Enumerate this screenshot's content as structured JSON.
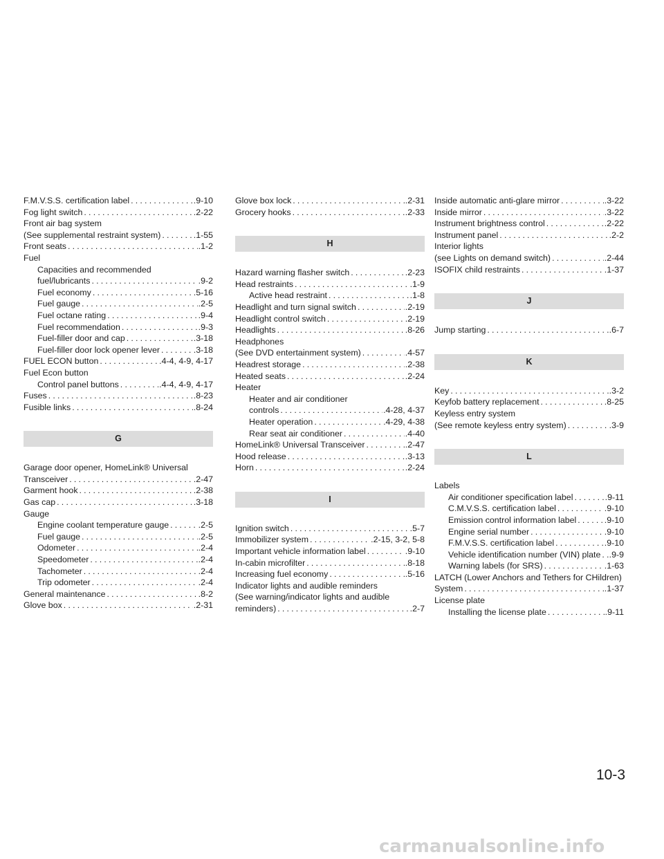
{
  "columns": [
    {
      "blocks": [
        {
          "type": "entry",
          "lines": [
            {
              "text": "F.M.V.S.S. certification label",
              "page": ".9-10"
            }
          ]
        },
        {
          "type": "entry",
          "lines": [
            {
              "text": "Fog light switch",
              "page": ".2-22"
            }
          ]
        },
        {
          "type": "entry",
          "lines": [
            {
              "text": "Front air bag system"
            },
            {
              "text": "(See supplemental restraint system)",
              "page": ".1-55"
            }
          ]
        },
        {
          "type": "entry",
          "lines": [
            {
              "text": "Front seats",
              "page": ".1-2"
            }
          ]
        },
        {
          "type": "entry",
          "lines": [
            {
              "text": "Fuel"
            }
          ]
        },
        {
          "type": "entry",
          "lines": [
            {
              "text": "Capacities and recommended",
              "sub": true
            },
            {
              "text": "fuel/lubricants",
              "page": ".9-2",
              "sub": true
            }
          ]
        },
        {
          "type": "entry",
          "lines": [
            {
              "text": "Fuel economy",
              "page": ".5-16",
              "sub": true
            }
          ]
        },
        {
          "type": "entry",
          "lines": [
            {
              "text": "Fuel gauge",
              "page": ".2-5",
              "sub": true
            }
          ]
        },
        {
          "type": "entry",
          "lines": [
            {
              "text": "Fuel octane rating",
              "page": ".9-4",
              "sub": true
            }
          ]
        },
        {
          "type": "entry",
          "lines": [
            {
              "text": "Fuel recommendation",
              "page": ".9-3",
              "sub": true
            }
          ]
        },
        {
          "type": "entry",
          "lines": [
            {
              "text": "Fuel-filler door and cap",
              "page": ".3-18",
              "sub": true
            }
          ]
        },
        {
          "type": "entry",
          "lines": [
            {
              "text": "Fuel-filler door lock opener lever",
              "page": ".3-18",
              "sub": true
            }
          ]
        },
        {
          "type": "entry",
          "lines": [
            {
              "text": "FUEL ECON button",
              "page": ".4-4, 4-9, 4-17"
            }
          ]
        },
        {
          "type": "entry",
          "lines": [
            {
              "text": "Fuel Econ button"
            },
            {
              "text": "Control panel buttons",
              "page": ".4-4, 4-9, 4-17",
              "sub": true
            }
          ]
        },
        {
          "type": "entry",
          "lines": [
            {
              "text": "Fuses",
              "page": ".8-23"
            }
          ]
        },
        {
          "type": "entry",
          "lines": [
            {
              "text": "Fusible links",
              "page": ".8-24"
            }
          ]
        },
        {
          "type": "section",
          "letter": "G"
        },
        {
          "type": "entry",
          "lines": [
            {
              "text": "Garage door opener, HomeLink® Universal"
            },
            {
              "text": "Transceiver",
              "page": ".2-47"
            }
          ]
        },
        {
          "type": "entry",
          "lines": [
            {
              "text": "Garment hook",
              "page": ".2-38"
            }
          ]
        },
        {
          "type": "entry",
          "lines": [
            {
              "text": "Gas cap",
              "page": ".3-18"
            }
          ]
        },
        {
          "type": "entry",
          "lines": [
            {
              "text": "Gauge"
            }
          ]
        },
        {
          "type": "entry",
          "lines": [
            {
              "text": "Engine coolant temperature gauge",
              "page": ".2-5",
              "sub": true
            }
          ]
        },
        {
          "type": "entry",
          "lines": [
            {
              "text": "Fuel gauge",
              "page": ".2-5",
              "sub": true
            }
          ]
        },
        {
          "type": "entry",
          "lines": [
            {
              "text": "Odometer",
              "page": ".2-4",
              "sub": true
            }
          ]
        },
        {
          "type": "entry",
          "lines": [
            {
              "text": "Speedometer",
              "page": ".2-4",
              "sub": true
            }
          ]
        },
        {
          "type": "entry",
          "lines": [
            {
              "text": "Tachometer",
              "page": ".2-4",
              "sub": true
            }
          ]
        },
        {
          "type": "entry",
          "lines": [
            {
              "text": "Trip odometer",
              "page": ".2-4",
              "sub": true
            }
          ]
        },
        {
          "type": "entry",
          "lines": [
            {
              "text": "General maintenance",
              "page": ".8-2"
            }
          ]
        },
        {
          "type": "entry",
          "lines": [
            {
              "text": "Glove box",
              "page": ".2-31"
            }
          ]
        }
      ]
    },
    {
      "blocks": [
        {
          "type": "entry",
          "lines": [
            {
              "text": "Glove box lock",
              "page": ".2-31"
            }
          ]
        },
        {
          "type": "entry",
          "lines": [
            {
              "text": "Grocery hooks",
              "page": ".2-33"
            }
          ]
        },
        {
          "type": "section",
          "letter": "H"
        },
        {
          "type": "entry",
          "lines": [
            {
              "text": "Hazard warning flasher switch",
              "page": ".2-23"
            }
          ]
        },
        {
          "type": "entry",
          "lines": [
            {
              "text": "Head restraints",
              "page": ".1-9"
            }
          ]
        },
        {
          "type": "entry",
          "lines": [
            {
              "text": "Active head restraint",
              "page": ".1-8",
              "sub": true
            }
          ]
        },
        {
          "type": "entry",
          "lines": [
            {
              "text": "Headlight and turn signal switch",
              "page": ".2-19"
            }
          ]
        },
        {
          "type": "entry",
          "lines": [
            {
              "text": "Headlight control switch",
              "page": ".2-19"
            }
          ]
        },
        {
          "type": "entry",
          "lines": [
            {
              "text": "Headlights",
              "page": ".8-26"
            }
          ]
        },
        {
          "type": "entry",
          "lines": [
            {
              "text": "Headphones"
            },
            {
              "text": "(See DVD entertainment system)",
              "page": ".4-57"
            }
          ]
        },
        {
          "type": "entry",
          "lines": [
            {
              "text": "Headrest storage",
              "page": ".2-38"
            }
          ]
        },
        {
          "type": "entry",
          "lines": [
            {
              "text": "Heated seats",
              "page": ".2-24"
            }
          ]
        },
        {
          "type": "entry",
          "lines": [
            {
              "text": "Heater"
            }
          ]
        },
        {
          "type": "entry",
          "lines": [
            {
              "text": "Heater and air conditioner",
              "sub": true
            },
            {
              "text": "controls",
              "page": ".4-28, 4-37",
              "sub": true
            }
          ]
        },
        {
          "type": "entry",
          "lines": [
            {
              "text": "Heater operation",
              "page": ".4-29, 4-38",
              "sub": true
            }
          ]
        },
        {
          "type": "entry",
          "lines": [
            {
              "text": "Rear seat air conditioner",
              "page": ".4-40",
              "sub": true
            }
          ]
        },
        {
          "type": "entry",
          "lines": [
            {
              "text": "HomeLink® Universal Transceiver",
              "page": ".2-47"
            }
          ]
        },
        {
          "type": "entry",
          "lines": [
            {
              "text": "Hood release",
              "page": ".3-13"
            }
          ]
        },
        {
          "type": "entry",
          "lines": [
            {
              "text": "Horn",
              "page": ".2-24"
            }
          ]
        },
        {
          "type": "section",
          "letter": "I"
        },
        {
          "type": "entry",
          "lines": [
            {
              "text": "Ignition switch",
              "page": ".5-7"
            }
          ]
        },
        {
          "type": "entry",
          "lines": [
            {
              "text": "Immobilizer system",
              "page": ".2-15, 3-2, 5-8"
            }
          ]
        },
        {
          "type": "entry",
          "lines": [
            {
              "text": "Important vehicle information label",
              "page": ".9-10"
            }
          ]
        },
        {
          "type": "entry",
          "lines": [
            {
              "text": "In-cabin microfilter",
              "page": ".8-18"
            }
          ]
        },
        {
          "type": "entry",
          "lines": [
            {
              "text": "Increasing fuel economy",
              "page": ".5-16"
            }
          ]
        },
        {
          "type": "entry",
          "lines": [
            {
              "text": "Indicator lights and audible reminders"
            },
            {
              "text": "(See warning/indicator lights and audible"
            },
            {
              "text": "reminders)",
              "page": ".2-7"
            }
          ]
        }
      ]
    },
    {
      "blocks": [
        {
          "type": "entry",
          "lines": [
            {
              "text": "Inside automatic anti-glare mirror",
              "page": ".3-22"
            }
          ]
        },
        {
          "type": "entry",
          "lines": [
            {
              "text": "Inside mirror",
              "page": ".3-22"
            }
          ]
        },
        {
          "type": "entry",
          "lines": [
            {
              "text": "Instrument brightness control",
              "page": ".2-22"
            }
          ]
        },
        {
          "type": "entry",
          "lines": [
            {
              "text": "Instrument panel",
              "page": ".2-2"
            }
          ]
        },
        {
          "type": "entry",
          "lines": [
            {
              "text": "Interior lights"
            },
            {
              "text": "(see Lights on demand switch)",
              "page": ".2-44"
            }
          ]
        },
        {
          "type": "entry",
          "lines": [
            {
              "text": "ISOFIX child restraints",
              "page": ".1-37"
            }
          ]
        },
        {
          "type": "section",
          "letter": "J"
        },
        {
          "type": "entry",
          "lines": [
            {
              "text": "Jump starting",
              "page": ".6-7"
            }
          ]
        },
        {
          "type": "section",
          "letter": "K"
        },
        {
          "type": "entry",
          "lines": [
            {
              "text": "Key",
              "page": ".3-2"
            }
          ]
        },
        {
          "type": "entry",
          "lines": [
            {
              "text": "Keyfob battery replacement",
              "page": ".8-25"
            }
          ]
        },
        {
          "type": "entry",
          "lines": [
            {
              "text": "Keyless entry system"
            },
            {
              "text": "(See remote keyless entry system)",
              "page": ".3-9"
            }
          ]
        },
        {
          "type": "section",
          "letter": "L"
        },
        {
          "type": "entry",
          "lines": [
            {
              "text": "Labels"
            }
          ]
        },
        {
          "type": "entry",
          "lines": [
            {
              "text": "Air conditioner specification label",
              "page": ".9-11",
              "sub": true
            }
          ]
        },
        {
          "type": "entry",
          "lines": [
            {
              "text": "C.M.V.S.S. certification label",
              "page": ".9-10",
              "sub": true
            }
          ]
        },
        {
          "type": "entry",
          "lines": [
            {
              "text": "Emission control information label",
              "page": ".9-10",
              "sub": true
            }
          ]
        },
        {
          "type": "entry",
          "lines": [
            {
              "text": "Engine serial number",
              "page": ".9-10",
              "sub": true
            }
          ]
        },
        {
          "type": "entry",
          "lines": [
            {
              "text": "F.M.V.S.S. certification label",
              "page": ".9-10",
              "sub": true
            }
          ]
        },
        {
          "type": "entry",
          "lines": [
            {
              "text": "Vehicle identification number (VIN) plate",
              "page": ".9-9",
              "sub": true
            }
          ]
        },
        {
          "type": "entry",
          "lines": [
            {
              "text": "Warning labels (for SRS)",
              "page": ".1-63",
              "sub": true
            }
          ]
        },
        {
          "type": "entry",
          "lines": [
            {
              "text": "LATCH (Lower Anchors and Tethers for CHildren)"
            },
            {
              "text": "System",
              "page": ".1-37"
            }
          ]
        },
        {
          "type": "entry",
          "lines": [
            {
              "text": "License plate"
            },
            {
              "text": "Installing the license plate",
              "page": ".9-11",
              "sub": true
            }
          ]
        }
      ]
    }
  ],
  "page_number": "10-3",
  "watermark": "carmanualsonline.info"
}
